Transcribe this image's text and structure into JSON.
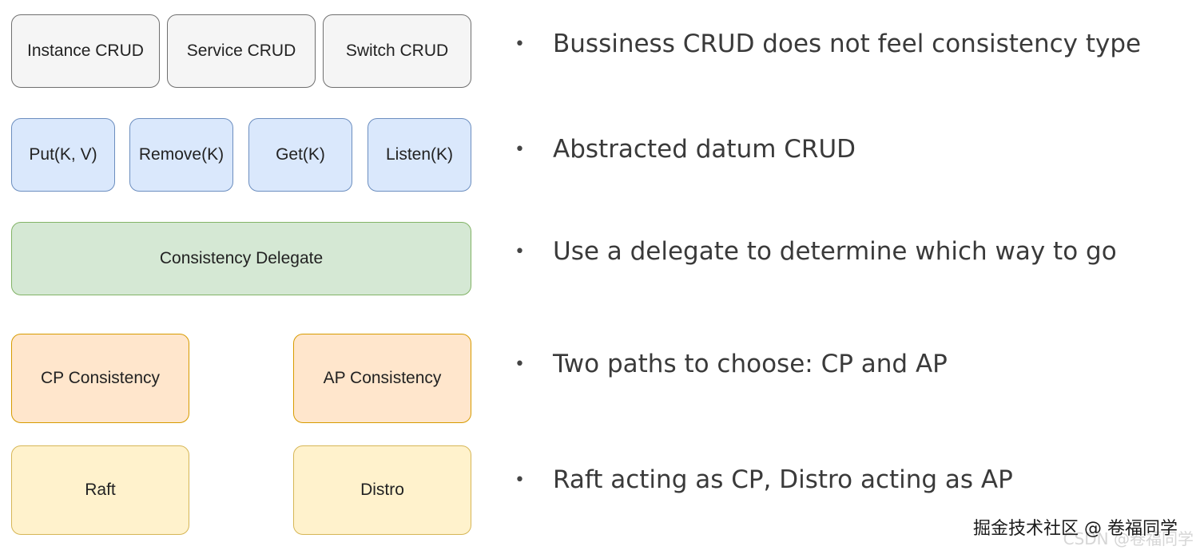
{
  "diagram": {
    "business_row": [
      "Instance CRUD",
      "Service CRUD",
      "Switch CRUD"
    ],
    "datum_row": [
      "Put(K, V)",
      "Remove(K)",
      "Get(K)",
      "Listen(K)"
    ],
    "delegate": "Consistency Delegate",
    "consistency_row": [
      "CP Consistency",
      "AP Consistency"
    ],
    "protocol_row": [
      "Raft",
      "Distro"
    ]
  },
  "bullets": [
    "Bussiness CRUD does not feel consistency type",
    "Abstracted datum CRUD",
    "Use a delegate to determine which way to go",
    "Two paths to choose: CP and AP",
    "Raft acting as CP, Distro acting as AP"
  ],
  "bullet_symbol": "•",
  "watermark": "掘金技术社区 @ 卷福同学",
  "watermark_faint": "CSDN @卷福同学",
  "colors": {
    "gray": "#f5f5f5",
    "blue": "#dae8fc",
    "green": "#d5e8d4",
    "orange": "#ffe6cc",
    "yellow": "#fff2cc"
  }
}
